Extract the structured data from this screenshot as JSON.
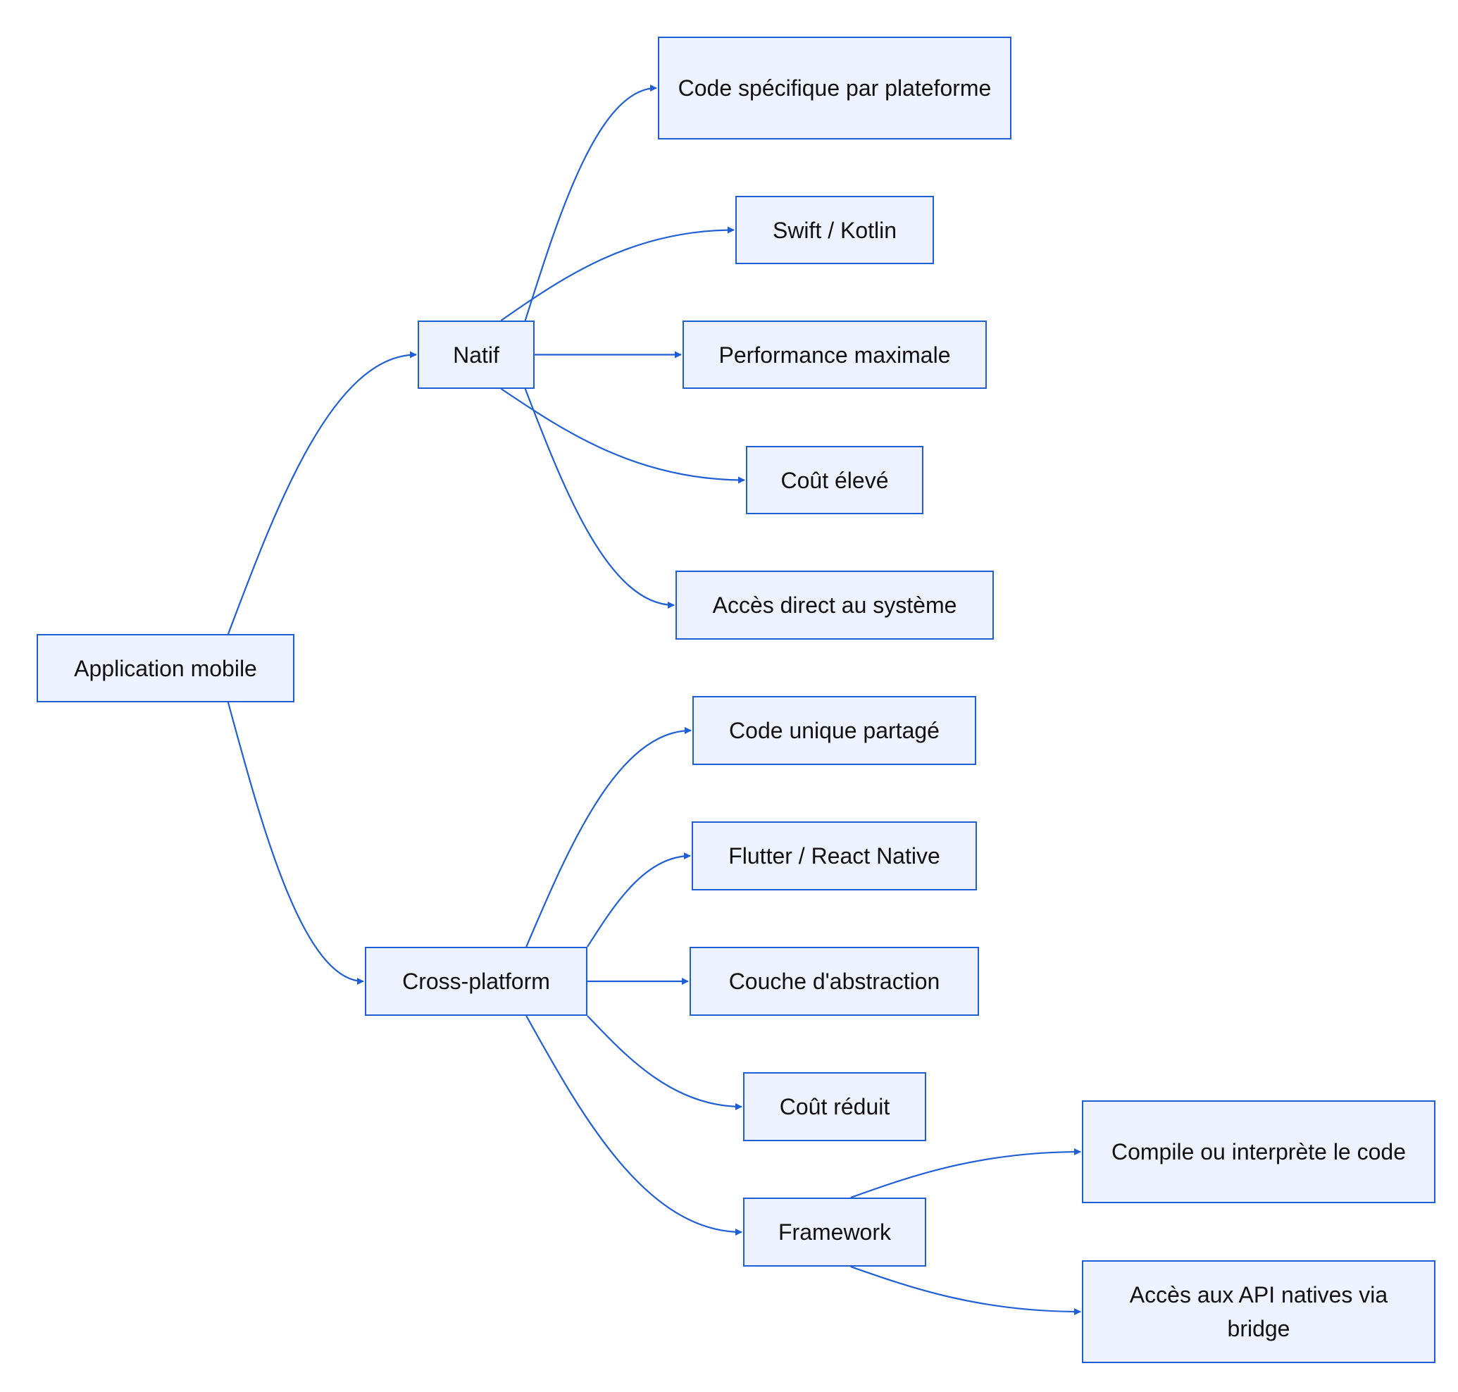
{
  "colors": {
    "node_fill": "#edf2fe",
    "node_border": "#1f5fd6",
    "edge": "#1f5fd6",
    "text": "#111111"
  },
  "nodes": {
    "root": "Application mobile",
    "natif": "Natif",
    "code_specifique": "Code spécifique par plateforme",
    "swift_kotlin": "Swift / Kotlin",
    "performance": "Performance maximale",
    "cout_eleve": "Coût élevé",
    "acces_direct": "Accès direct au système",
    "cross_platform": "Cross-platform",
    "code_unique": "Code unique partagé",
    "flutter_rn": "Flutter / React Native",
    "couche_abstraction": "Couche d'abstraction",
    "cout_reduit": "Coût réduit",
    "framework": "Framework",
    "compile": "Compile ou interprète le code",
    "acces_api": "Accès aux API natives via bridge"
  },
  "edges": [
    [
      "root",
      "natif"
    ],
    [
      "root",
      "cross_platform"
    ],
    [
      "natif",
      "code_specifique"
    ],
    [
      "natif",
      "swift_kotlin"
    ],
    [
      "natif",
      "performance"
    ],
    [
      "natif",
      "cout_eleve"
    ],
    [
      "natif",
      "acces_direct"
    ],
    [
      "cross_platform",
      "code_unique"
    ],
    [
      "cross_platform",
      "flutter_rn"
    ],
    [
      "cross_platform",
      "couche_abstraction"
    ],
    [
      "cross_platform",
      "cout_reduit"
    ],
    [
      "cross_platform",
      "framework"
    ],
    [
      "framework",
      "compile"
    ],
    [
      "framework",
      "acces_api"
    ]
  ]
}
